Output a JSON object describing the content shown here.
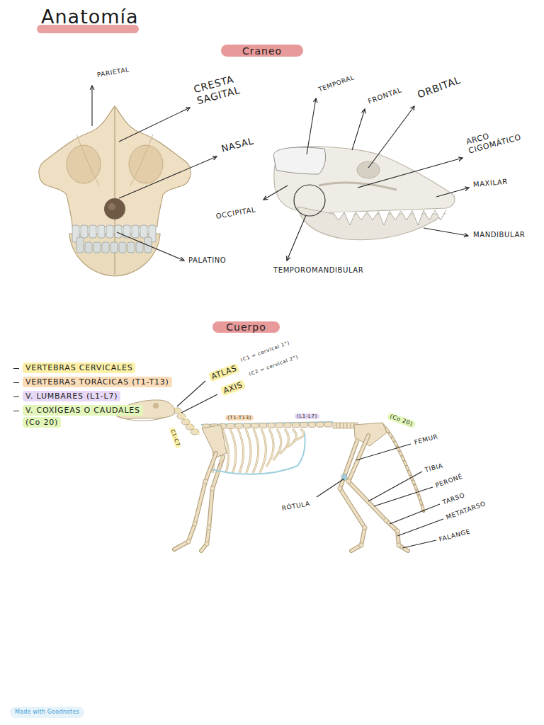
{
  "diagram": {
    "title": "Anatomía",
    "nodes": [
      {
        "text": [
          "Craneo"
        ]
      },
      {
        "text": [
          "Cuerpo"
        ]
      }
    ],
    "labels": [
      "PARIETAL",
      "CRESTA SAGITAL",
      "NASAL",
      "PALATINO",
      "TEMPORAL",
      "FRONTAL",
      "ORBITAL",
      "ARCO CIGOMÁTICO",
      "MAXILAR",
      "MANDIBULAR",
      "OCCIPITAL",
      "TEMPOROMANDIBULAR",
      "ATLAS",
      "(C1 = cervical 1°)",
      "AXIS",
      "(C2 = cervical 2°)",
      "C1-C7",
      "(T1-T13)",
      "(L1-L7)",
      "(Co 20)",
      "FEMUR",
      "TIBIA",
      "PERONÉ",
      "TARSO",
      "METATARSO",
      "FALANGE",
      "RÓTULA",
      "Made with Goodnotes"
    ],
    "legend": [
      {
        "text": "VERTEBRAS CERVICALES",
        "color": "#fbf0a6"
      },
      {
        "text": "VERTEBRAS TORÁCICAS (T1-T13)",
        "color": "#fbdcb8"
      },
      {
        "text": "V. LUMBARES (L1-L7)",
        "color": "#e6d8f6"
      },
      {
        "text": "V. COXÍGEAS O CAUDALES (Co 20)",
        "color": "#e2f6b9"
      }
    ]
  }
}
